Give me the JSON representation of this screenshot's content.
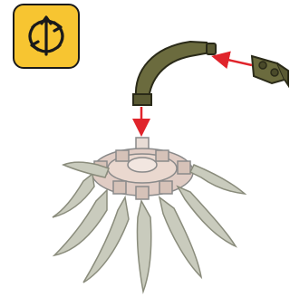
{
  "instruction_page": {
    "rotate_badge": {
      "icon": "rotate-model-icon",
      "background_color": "#f7c531",
      "border_color": "#1a1a1a"
    },
    "parts": [
      {
        "name": "curved-tentacle-part",
        "color": "#6b6b3e"
      },
      {
        "name": "connector-clip-part",
        "color": "#6b6b3e"
      },
      {
        "name": "claw-base-assembly",
        "color": "#d9c5bd"
      }
    ],
    "arrows": [
      {
        "name": "attach-connector-arrow",
        "color": "#e0242b"
      },
      {
        "name": "attach-tentacle-arrow",
        "color": "#e0242b"
      }
    ]
  }
}
